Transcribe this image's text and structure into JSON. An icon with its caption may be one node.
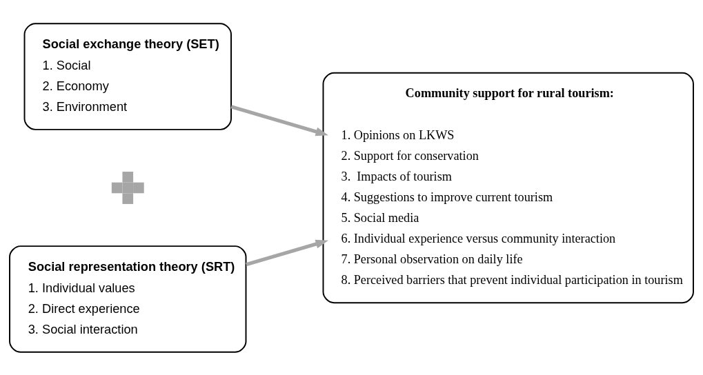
{
  "diagram": {
    "nodes": [
      {
        "text": [
          "Social exchange theory (SET)",
          "1. Social",
          "2. Economy",
          "3. Environment"
        ]
      },
      {
        "text": [
          "Social representation theory (SRT)",
          "1. Individual values",
          "2. Direct experience",
          "3. Social interaction"
        ]
      },
      {
        "text": [
          "Community support for rural tourism:",
          "1. Opinions on LKWS",
          "2. Support for conservation",
          "3.  Impacts of tourism",
          "4. Suggestions to improve current tourism",
          "5. Social media",
          "6. Individual experience versus community interaction",
          "7. Personal observation on daily life",
          "8. Perceived barriers that prevent individual participation in tourism"
        ]
      },
      {
        "text": [],
        "shape": "plus"
      }
    ],
    "edges": [
      {
        "from": 0,
        "to": 2,
        "arrow": "to"
      },
      {
        "from": 1,
        "to": 2,
        "arrow": "to"
      }
    ]
  }
}
